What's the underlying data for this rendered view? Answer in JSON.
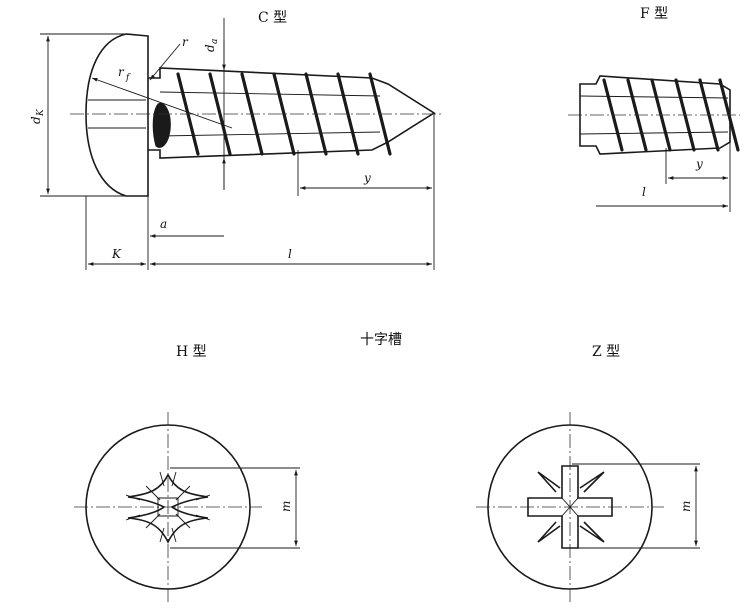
{
  "titles": {
    "c_type": "C 型",
    "f_type": "F 型",
    "cross_recess": "十字槽",
    "h_type": "H 型",
    "z_type": "Z 型"
  },
  "dims": {
    "r": "r",
    "da_d": "d",
    "da_sub": "a",
    "rf_r": "r",
    "rf_sub": "f",
    "dk_d": "d",
    "dk_sub": "K",
    "y": "y",
    "a": "a",
    "K": "K",
    "l": "l",
    "f_y": "y",
    "f_l": "l",
    "h_m": "m",
    "z_m": "m"
  }
}
